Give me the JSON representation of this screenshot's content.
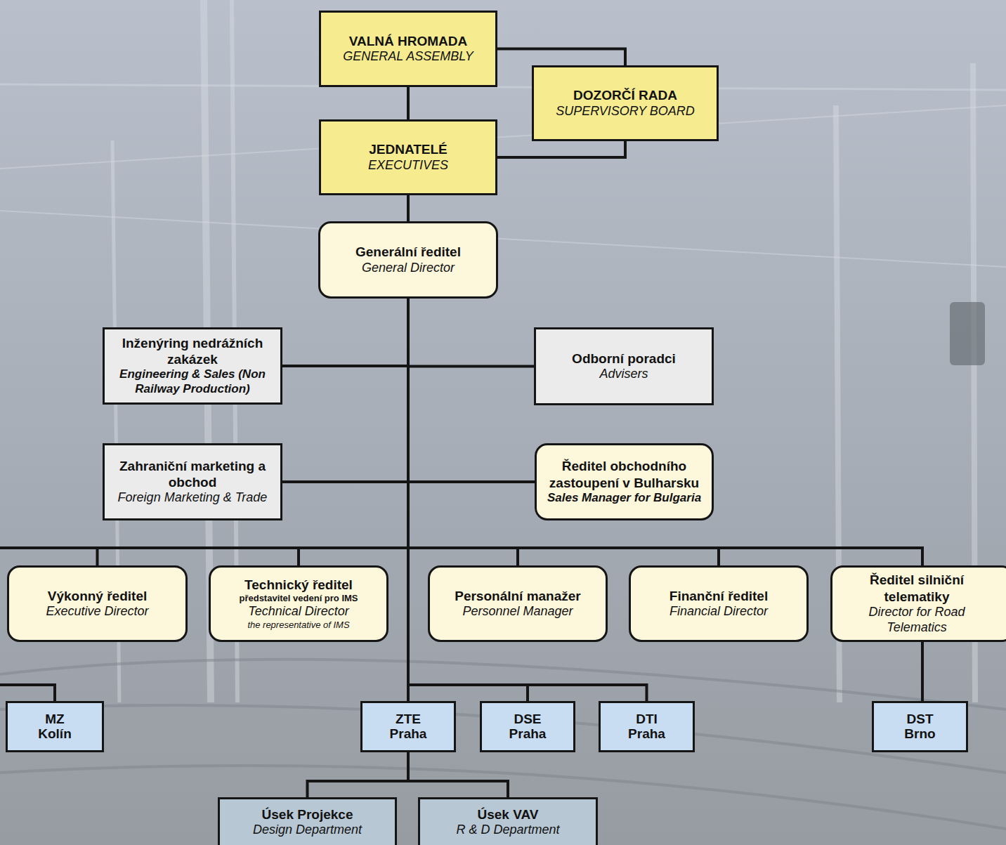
{
  "diagram": {
    "nodes": [
      {
        "text": [
          "VALNÁ HROMADA",
          "GENERAL ASSEMBLY"
        ]
      },
      {
        "text": [
          "DOZORČÍ RADA",
          "SUPERVISORY BOARD"
        ]
      },
      {
        "text": [
          "JEDNATELÉ",
          "EXECUTIVES"
        ]
      },
      {
        "text": [
          "Generální ředitel",
          "General Director"
        ]
      },
      {
        "text": [
          "Inženýring nedrážních zakázek",
          "Engineering & Sales (Non Railway Production)"
        ]
      },
      {
        "text": [
          "Odborní poradci",
          "Advisers"
        ]
      },
      {
        "text": [
          "Zahraniční marketing a obchod",
          "Foreign Marketing & Trade"
        ]
      },
      {
        "text": [
          "Ředitel obchodního zastoupení v Bulharsku",
          "Sales Manager for Bulgaria"
        ]
      },
      {
        "text": [
          "Výkonný ředitel",
          "Executive Director"
        ]
      },
      {
        "text": [
          "Technický ředitel",
          "představitel vedení pro IMS",
          "Technical Director",
          "the representative of IMS"
        ]
      },
      {
        "text": [
          "Personální manažer",
          "Personnel Manager"
        ]
      },
      {
        "text": [
          "Finanční ředitel",
          "Financial Director"
        ]
      },
      {
        "text": [
          "Ředitel silniční telematiky",
          "Director for Road Telematics"
        ]
      },
      {
        "text": [
          "MZ Kolín"
        ]
      },
      {
        "text": [
          "ZTE Praha"
        ]
      },
      {
        "text": [
          "DSE Praha"
        ]
      },
      {
        "text": [
          "DTI Praha"
        ]
      },
      {
        "text": [
          "DST Brno"
        ]
      },
      {
        "text": [
          "Úsek Projekce",
          "Design Department"
        ]
      },
      {
        "text": [
          "Úsek VAV",
          "R & D Department"
        ]
      }
    ],
    "edges": [
      {
        "from": 0,
        "to": 1,
        "arrow": "none"
      },
      {
        "from": 1,
        "to": 2,
        "arrow": "none"
      },
      {
        "from": 0,
        "to": 2,
        "arrow": "none"
      },
      {
        "from": 2,
        "to": 3,
        "arrow": "none"
      },
      {
        "from": 3,
        "to": 4,
        "arrow": "none"
      },
      {
        "from": 3,
        "to": 5,
        "arrow": "none"
      },
      {
        "from": 3,
        "to": 6,
        "arrow": "none"
      },
      {
        "from": 3,
        "to": 7,
        "arrow": "none"
      },
      {
        "from": 3,
        "to": 8,
        "arrow": "none"
      },
      {
        "from": 3,
        "to": 9,
        "arrow": "none"
      },
      {
        "from": 3,
        "to": 10,
        "arrow": "none"
      },
      {
        "from": 3,
        "to": 11,
        "arrow": "none"
      },
      {
        "from": 3,
        "to": 12,
        "arrow": "none"
      },
      {
        "from": 3,
        "to": 14,
        "arrow": "none"
      },
      {
        "from": 3,
        "to": 15,
        "arrow": "none"
      },
      {
        "from": 3,
        "to": 16,
        "arrow": "none"
      },
      {
        "from": 12,
        "to": 17,
        "arrow": "none"
      },
      {
        "from": 14,
        "to": 18,
        "arrow": "none"
      },
      {
        "from": 14,
        "to": 19,
        "arrow": "none"
      }
    ]
  }
}
